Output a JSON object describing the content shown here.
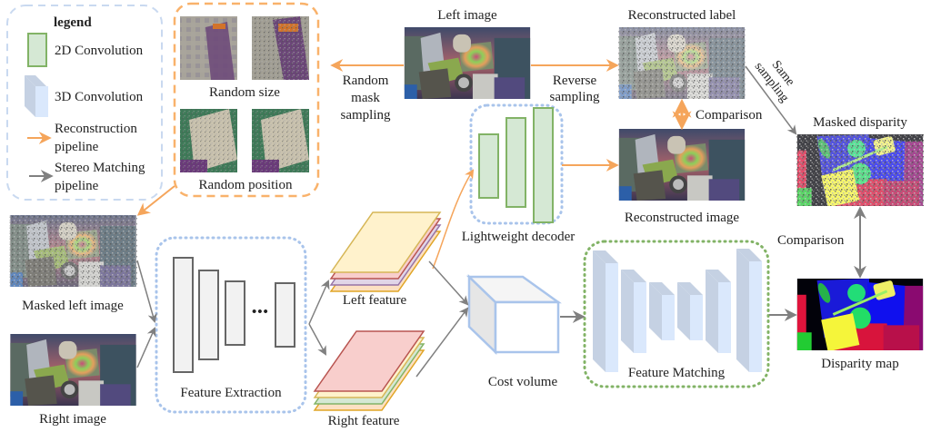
{
  "colors": {
    "reconstruction_arrow": "#f5a55b",
    "stereo_arrow": "#808080",
    "conv2d_fill": "#d5e8d4",
    "conv2d_stroke": "#82b366",
    "conv3d_front": "#dae8fc",
    "conv3d_side": "#c5d1e3",
    "blue_dotted": "#a9c4eb",
    "green_dotted": "#82b366",
    "orange_dashed": "#f9b26b",
    "legend_dashed": "#c9d9f0",
    "feature_block_fill": "#f2f2f2",
    "feature_block_stroke": "#666666",
    "cost_volume_stroke": "#a9c4eb"
  },
  "legend": {
    "title": "legend",
    "items": [
      {
        "icon": "conv2d-icon",
        "label": "2D Convolution"
      },
      {
        "icon": "conv3d-icon",
        "label": "3D Convolution"
      },
      {
        "icon": "orange-arrow-icon",
        "label_line1": "Reconstruction",
        "label_line2": "pipeline"
      },
      {
        "icon": "gray-arrow-icon",
        "label_line1": "Stereo Matching",
        "label_line2": "pipeline"
      }
    ]
  },
  "masking": {
    "random_size_label": "Random size",
    "random_position_label": "Random position",
    "mask_sampling_label": [
      "Random",
      "mask",
      "sampling"
    ]
  },
  "images": {
    "left_image": "Left image",
    "reconstructed_label": "Reconstructed label",
    "reconstructed_image": "Reconstructed image",
    "masked_disparity": "Masked disparity",
    "disparity_map": "Disparity map",
    "masked_left_image": "Masked left image",
    "right_image": "Right image"
  },
  "arrows": {
    "reverse_sampling": [
      "Reverse",
      "sampling"
    ],
    "same_sampling": [
      "Same",
      "sampling"
    ],
    "comparison_top": "Comparison",
    "comparison_right": "Comparison"
  },
  "modules": {
    "lightweight_decoder": "Lightweight decoder",
    "feature_extraction": "Feature Extraction",
    "ellipsis": "•••",
    "left_feature": "Left feature",
    "right_feature": "Right feature",
    "cost_volume": "Cost volume",
    "feature_matching": "Feature Matching"
  }
}
